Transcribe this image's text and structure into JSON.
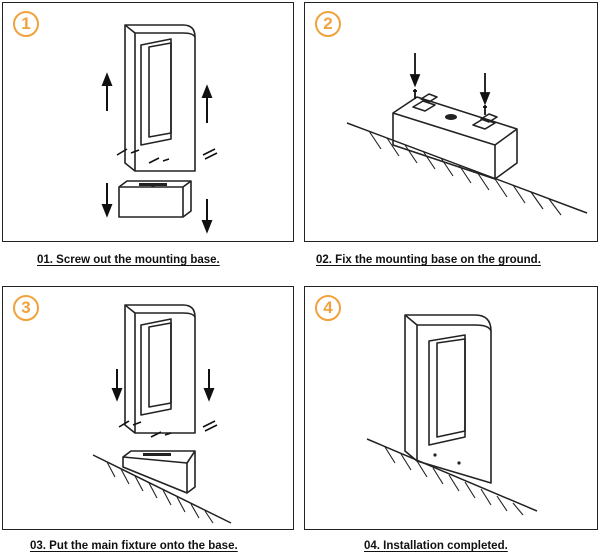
{
  "steps": [
    {
      "number": "1",
      "caption": "01. Screw out the mounting base."
    },
    {
      "number": "2",
      "caption": "02. Fix the mounting base on the ground."
    },
    {
      "number": "3",
      "caption": "03. Put the main fixture onto the base."
    },
    {
      "number": "4",
      "caption": "04. Installation completed."
    }
  ],
  "colors": {
    "badge": "#f0a23c",
    "line": "#222222"
  },
  "icons": [
    "arrow-up-icon",
    "arrow-down-icon",
    "screw-icon"
  ]
}
